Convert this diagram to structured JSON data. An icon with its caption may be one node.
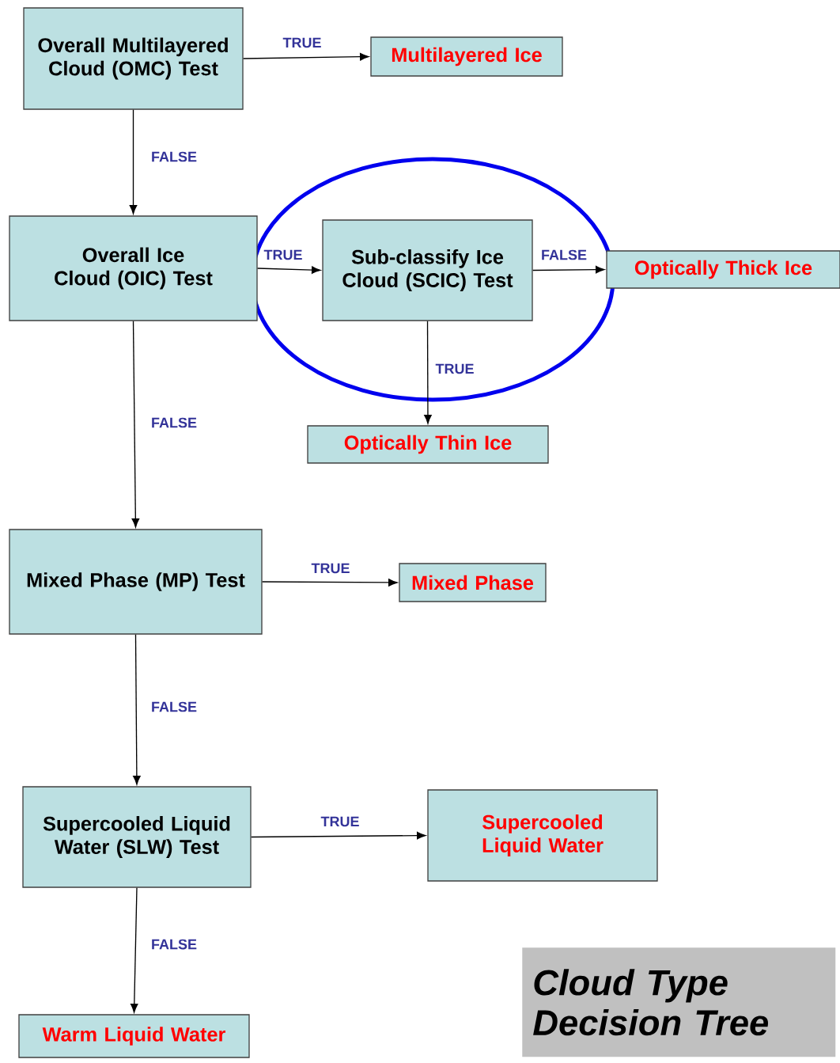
{
  "diagram": {
    "title": "Cloud Type Decision Tree",
    "nodes": [
      {
        "text": [
          "Overall Multilayered Cloud (OMC) Test"
        ]
      },
      {
        "text": [
          "Multilayered Ice"
        ]
      },
      {
        "text": [
          "Overall Ice Cloud (OIC) Test"
        ]
      },
      {
        "text": [
          "Sub-classify Ice Cloud (SCIC) Test"
        ]
      },
      {
        "text": [
          "Optically Thick Ice"
        ]
      },
      {
        "text": [
          "Optically Thin Ice"
        ]
      },
      {
        "text": [
          "Mixed Phase (MP) Test"
        ]
      },
      {
        "text": [
          "Mixed Phase"
        ]
      },
      {
        "text": [
          "Supercooled Liquid Water (SLW) Test"
        ]
      },
      {
        "text": [
          "Supercooled Liquid Water"
        ]
      },
      {
        "text": [
          "Warm Liquid Water"
        ]
      }
    ],
    "edges": [
      {
        "from": 0,
        "to": 1,
        "arrow": "to",
        "label": "TRUE"
      },
      {
        "from": 0,
        "to": 2,
        "arrow": "to",
        "label": "FALSE"
      },
      {
        "from": 2,
        "to": 3,
        "arrow": "to",
        "label": "TRUE"
      },
      {
        "from": 3,
        "to": 4,
        "arrow": "to",
        "label": "FALSE"
      },
      {
        "from": 3,
        "to": 5,
        "arrow": "to",
        "label": "TRUE"
      },
      {
        "from": 2,
        "to": 6,
        "arrow": "to",
        "label": "FALSE"
      },
      {
        "from": 6,
        "to": 7,
        "arrow": "to",
        "label": "TRUE"
      },
      {
        "from": 6,
        "to": 8,
        "arrow": "to",
        "label": "FALSE"
      },
      {
        "from": 8,
        "to": 9,
        "arrow": "to",
        "label": "TRUE"
      },
      {
        "from": 8,
        "to": 10,
        "arrow": "to",
        "label": "FALSE"
      }
    ]
  }
}
